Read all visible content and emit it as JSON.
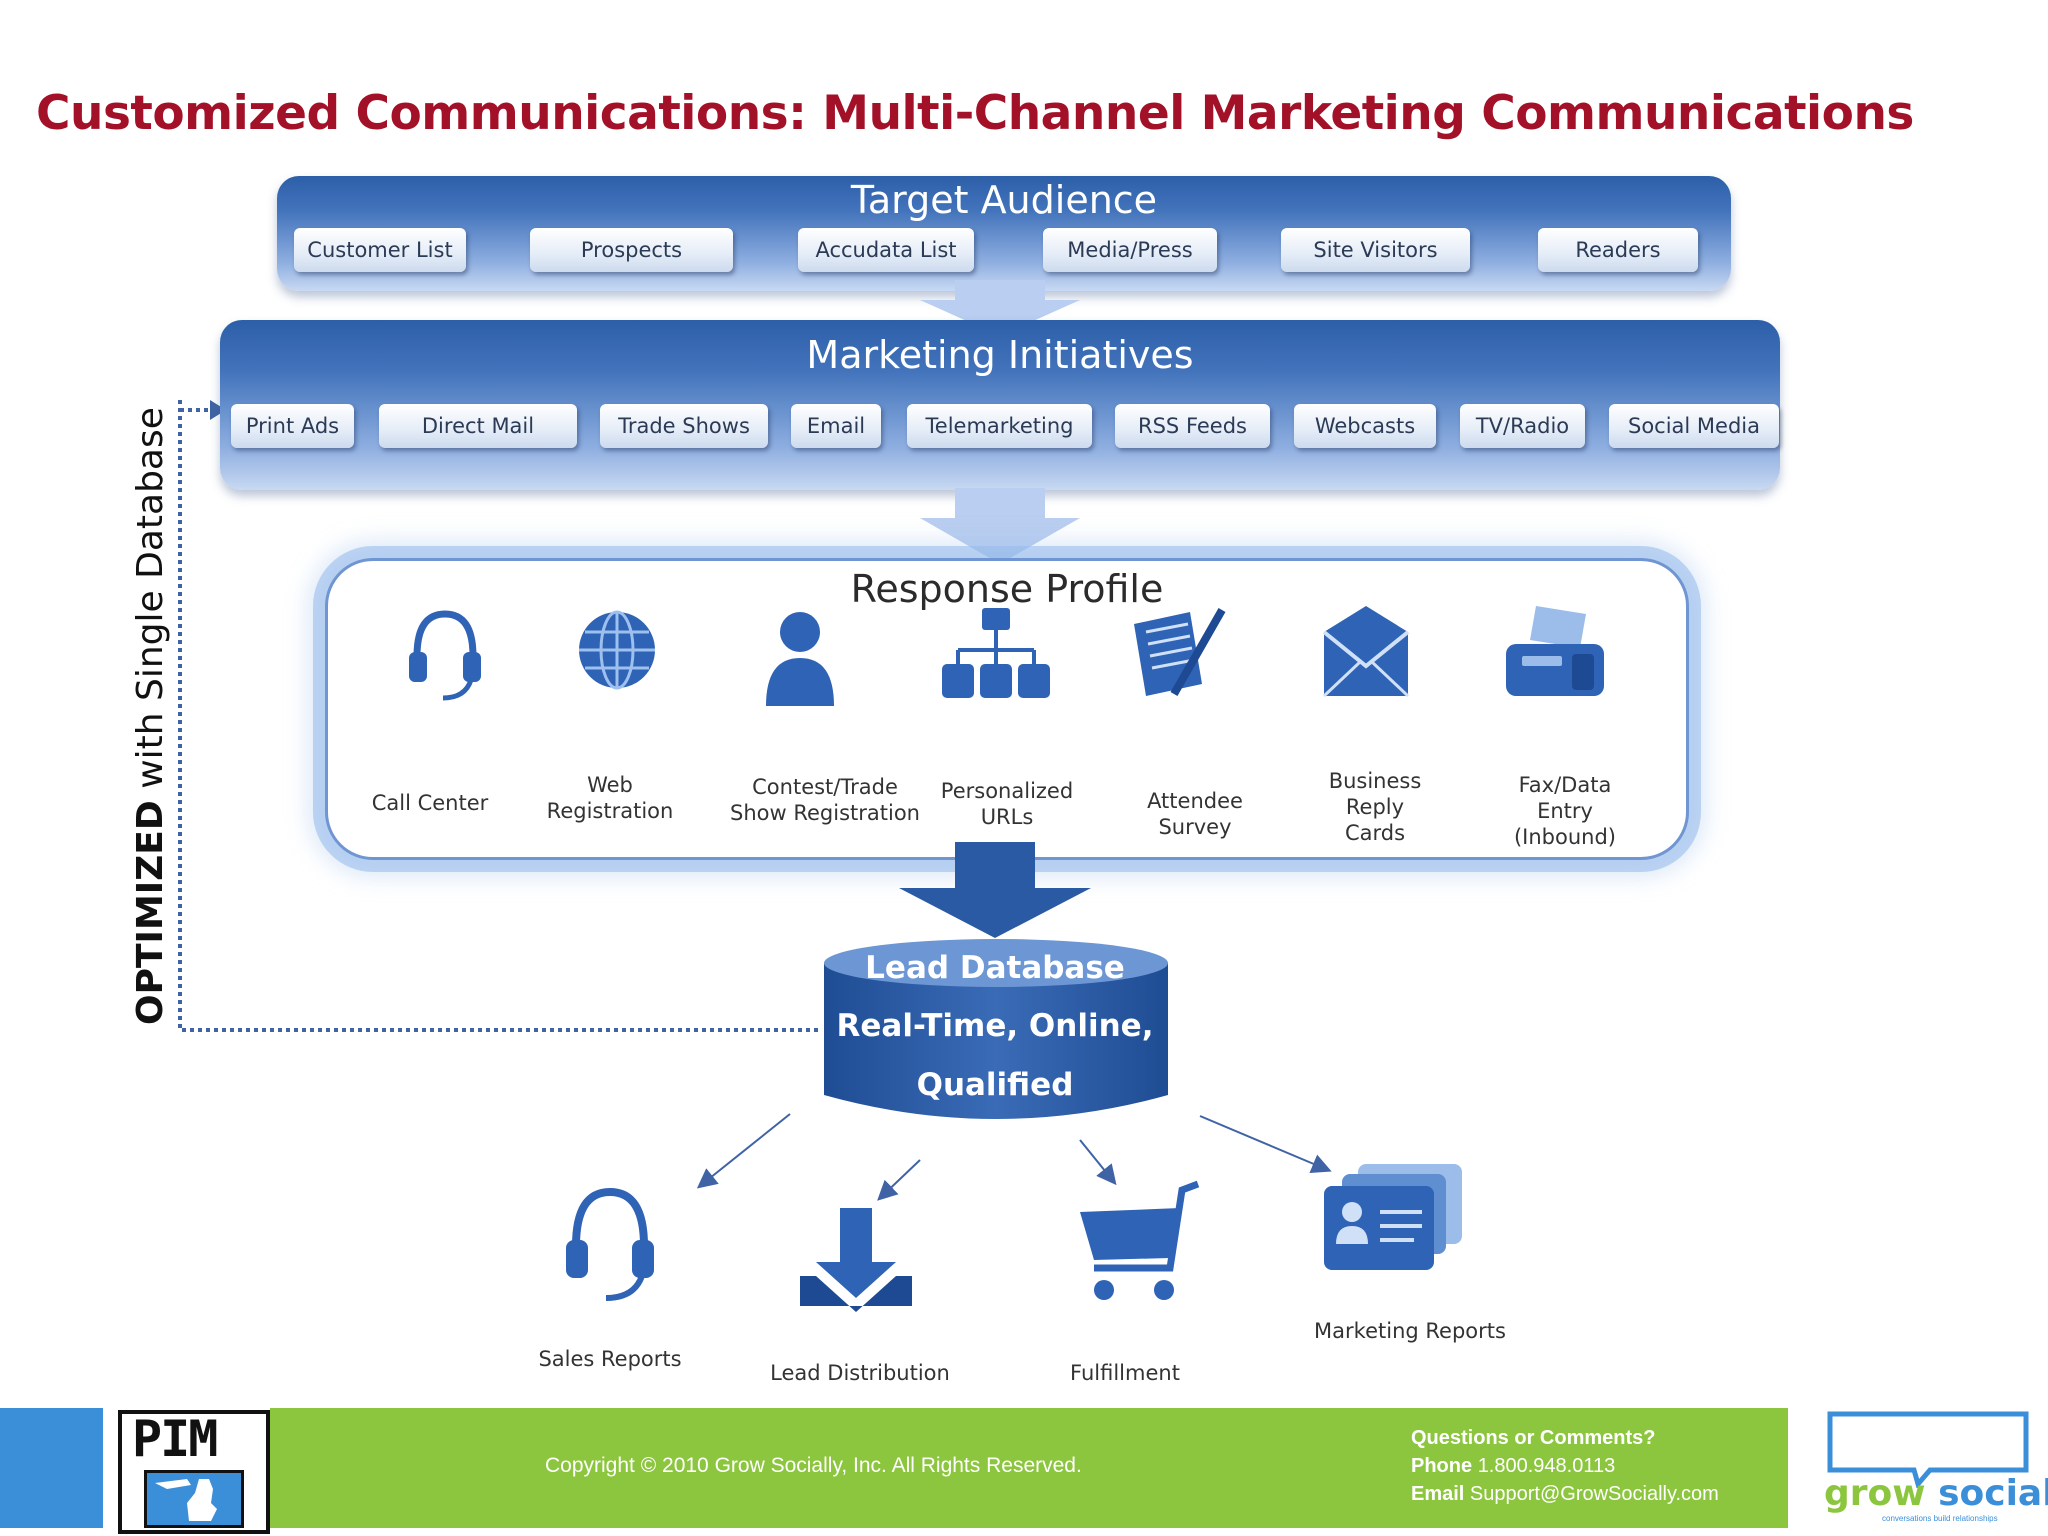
{
  "title": "Customized Communications: Multi-Channel Marketing Communications",
  "side_label": {
    "bold": "OPTIMIZED",
    "rest": " with Single Database"
  },
  "target_audience": {
    "title": "Target Audience",
    "items": [
      "Customer List",
      "Prospects",
      "Accudata List",
      "Media/Press",
      "Site Visitors",
      "Readers"
    ]
  },
  "marketing_initiatives": {
    "title": "Marketing Initiatives",
    "items": [
      "Print Ads",
      "Direct Mail",
      "Trade Shows",
      "Email",
      "Telemarketing",
      "RSS Feeds",
      "Webcasts",
      "TV/Radio",
      "Social Media"
    ]
  },
  "response_profile": {
    "title": "Response Profile",
    "items": [
      {
        "icon": "headset-icon",
        "label": "Call Center"
      },
      {
        "icon": "globe-icon",
        "label": "Web Registration"
      },
      {
        "icon": "person-icon",
        "label": "Contest/Trade Show Registration"
      },
      {
        "icon": "network-icon",
        "label": "Personalized URLs"
      },
      {
        "icon": "survey-pen-icon",
        "label": "Attendee Survey"
      },
      {
        "icon": "envelope-icon",
        "label": "Business Reply Cards"
      },
      {
        "icon": "fax-icon",
        "label": "Fax/Data Entry (Inbound)"
      }
    ]
  },
  "lead_database": {
    "line1": "Lead Database",
    "line2": "Real-Time, Online,",
    "line3": "Qualified"
  },
  "outputs": [
    {
      "icon": "headset-icon",
      "label": "Sales Reports"
    },
    {
      "icon": "download-arrow-icon",
      "label": "Lead Distribution"
    },
    {
      "icon": "shopping-cart-icon",
      "label": "Fulfillment"
    },
    {
      "icon": "id-card-icon",
      "label": "Marketing Reports"
    }
  ],
  "footer": {
    "copyright": "Copyright © 2010 Grow Socially, Inc. All Rights Reserved.",
    "questions": "Questions or Comments?",
    "phone_label": "Phone",
    "phone": "1.800.948.0113",
    "email_label": "Email",
    "email": "Support@GrowSocially.com",
    "logo_left": "PIM",
    "logo_right_1": "grow",
    "logo_right_2": "socially",
    "logo_right_tagline": "conversations build relationships"
  },
  "colors": {
    "title": "#a31129",
    "panel_blue": "#2d5fa9",
    "footer_green": "#8cc63e",
    "footer_blue": "#3b8fd9"
  }
}
